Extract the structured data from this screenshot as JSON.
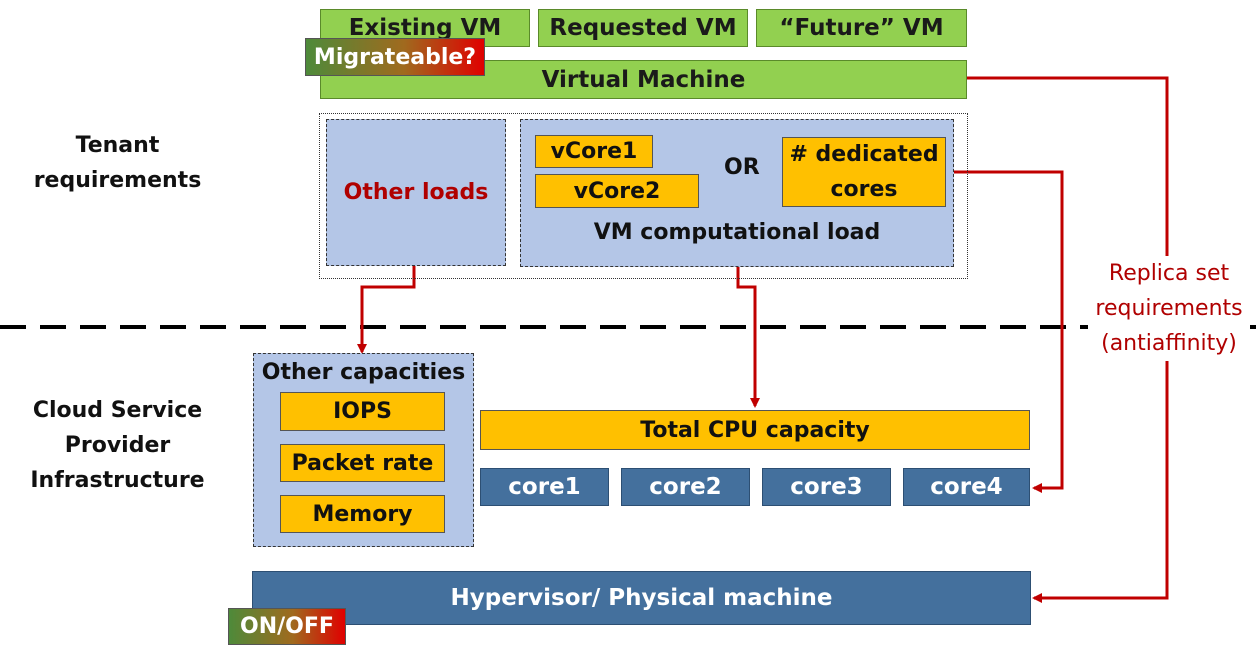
{
  "vm_types": [
    "Existing VM",
    "Requested VM",
    "“Future” VM"
  ],
  "virtual_machine": "Virtual Machine",
  "migrateable": "Migrateable?",
  "tenant_label": "Tenant requirements",
  "other_loads": "Other loads",
  "vcore1": "vCore1",
  "vcore2": "vCore2",
  "or": "OR",
  "dedicated_cores": "# dedicated cores",
  "vm_load": "VM computational load",
  "cloud_label": "Cloud Service Provider Infrastructure",
  "other_capacities": "Other capacities",
  "capacities": [
    "IOPS",
    "Packet rate",
    "Memory"
  ],
  "total_cpu": "Total CPU capacity",
  "cores": [
    "core1",
    "core2",
    "core3",
    "core4"
  ],
  "hypervisor": "Hypervisor/ Physical machine",
  "onoff": "ON/OFF",
  "replica": "Replica set requirements (antiaffinity)",
  "colors": {
    "arrow": "#c00000",
    "green": "#92d050",
    "orange": "#ffc000",
    "blue": "#44709d",
    "lightblue": "#b4c6e7"
  }
}
